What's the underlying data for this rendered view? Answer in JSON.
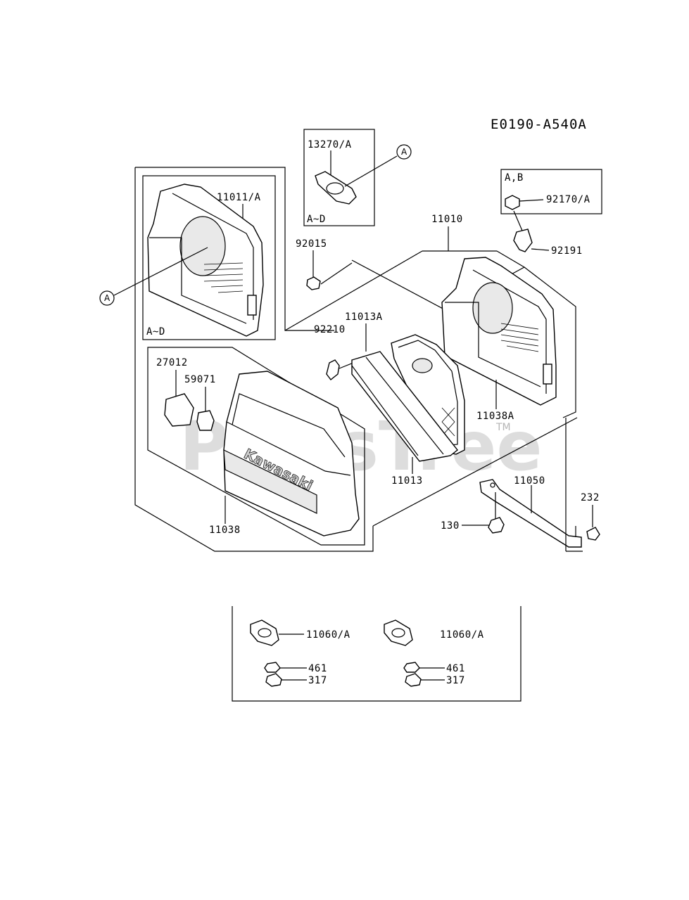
{
  "diagram_code": "E0190-A540A",
  "watermark": {
    "text": "PartsTree",
    "tm": "TM"
  },
  "inset_variants": {
    "gasket_inset": "A~D",
    "left_inset": "A~D",
    "bolt_inset": "A,B"
  },
  "ref_marker": "A",
  "kawasaki_logo": "Kawasaki",
  "parts": {
    "p13270A": "13270/A",
    "p11011A": "11011/A",
    "p92015": "92015",
    "p11010": "11010",
    "p92170A": "92170/A",
    "p92191": "92191",
    "p11013A": "11013A",
    "p92210": "92210",
    "p27012": "27012",
    "p59071": "59071",
    "p11038A": "11038A",
    "p11013": "11013",
    "p11050": "11050",
    "p232": "232",
    "p130": "130",
    "p11038": "11038",
    "p11060A_1": "11060/A",
    "p461_1": "461",
    "p317_1": "317",
    "p11060A_2": "11060/A",
    "p461_2": "461",
    "p317_2": "317"
  }
}
